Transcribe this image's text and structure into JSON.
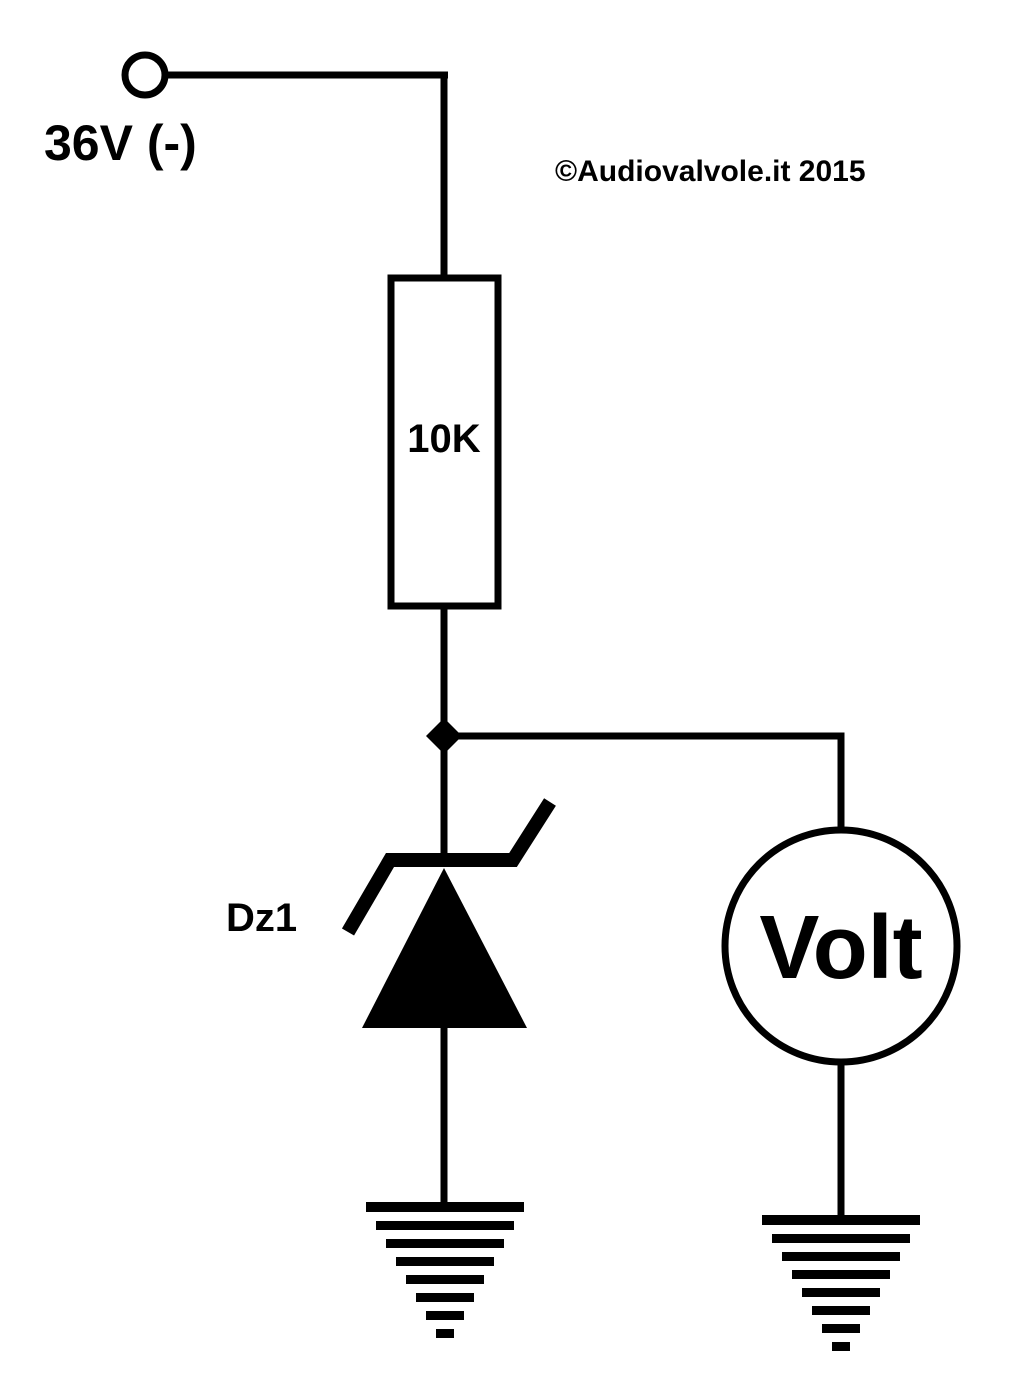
{
  "colors": {
    "ink": "#000000",
    "paper": "#ffffff"
  },
  "supply": {
    "label": "36V (-)",
    "icon": "terminal-circle-icon"
  },
  "copyright": "©Audiovalvole.it 2015",
  "resistor": {
    "label": "10K"
  },
  "zener": {
    "label": "Dz1",
    "icon": "zener-diode-icon"
  },
  "voltmeter": {
    "label": "Volt",
    "icon": "voltmeter-icon"
  },
  "grounds": [
    {
      "icon": "ground-icon"
    },
    {
      "icon": "ground-icon"
    }
  ]
}
